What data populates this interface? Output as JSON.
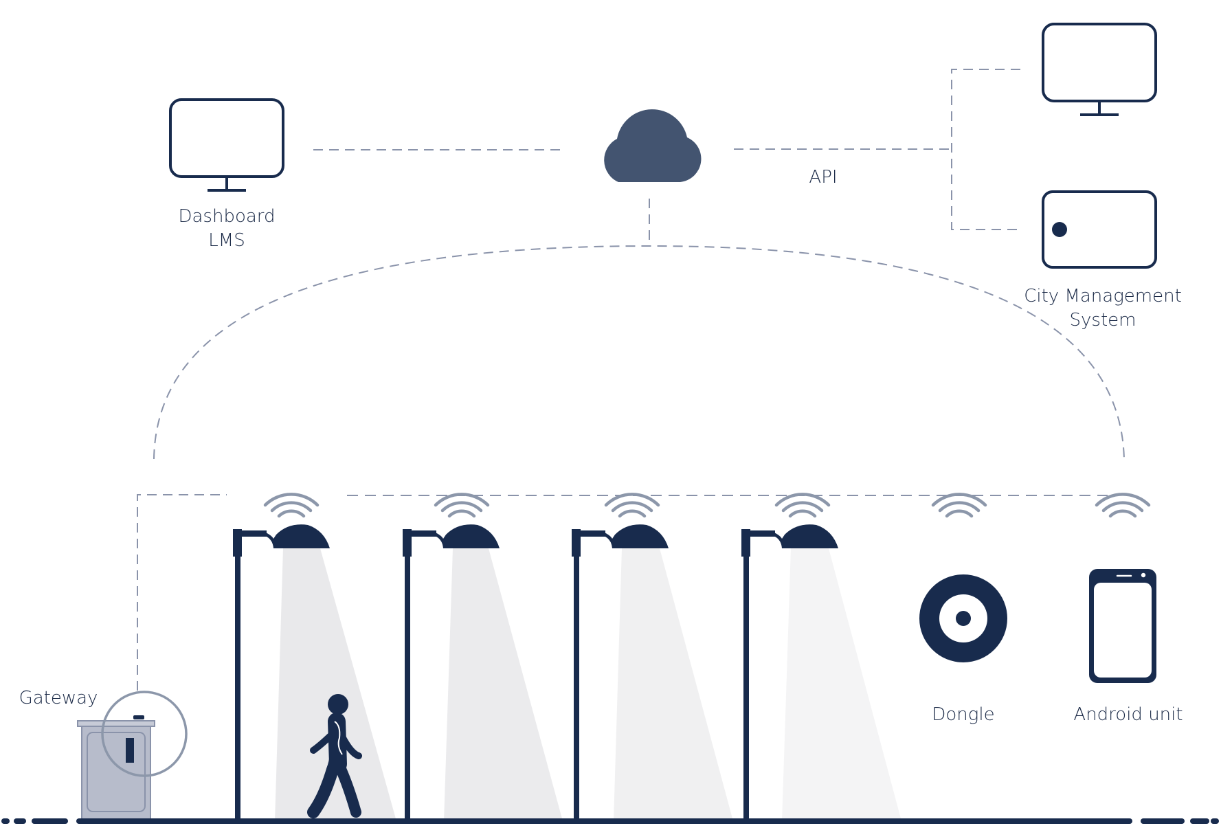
{
  "labels": {
    "dashboard_line1": "Dashboard",
    "dashboard_line2": "LMS",
    "api": "API",
    "city_line1": "City Management",
    "city_line2": "System",
    "gateway": "Gateway",
    "dongle": "Dongle",
    "android": "Android unit"
  },
  "colors": {
    "navy": "#182b4d",
    "cloud": "#435470",
    "dash_line": "#8a93aa",
    "wifi": "#8c97aa",
    "beam": "#e8e9ec",
    "cabinet": "#b7bccb"
  },
  "icons": [
    "monitor-icon",
    "cloud-icon",
    "tablet-icon",
    "street-lamp-icon",
    "wifi-icon",
    "pedestrian-icon",
    "dongle-icon",
    "smartphone-icon",
    "gateway-cabinet-icon"
  ]
}
